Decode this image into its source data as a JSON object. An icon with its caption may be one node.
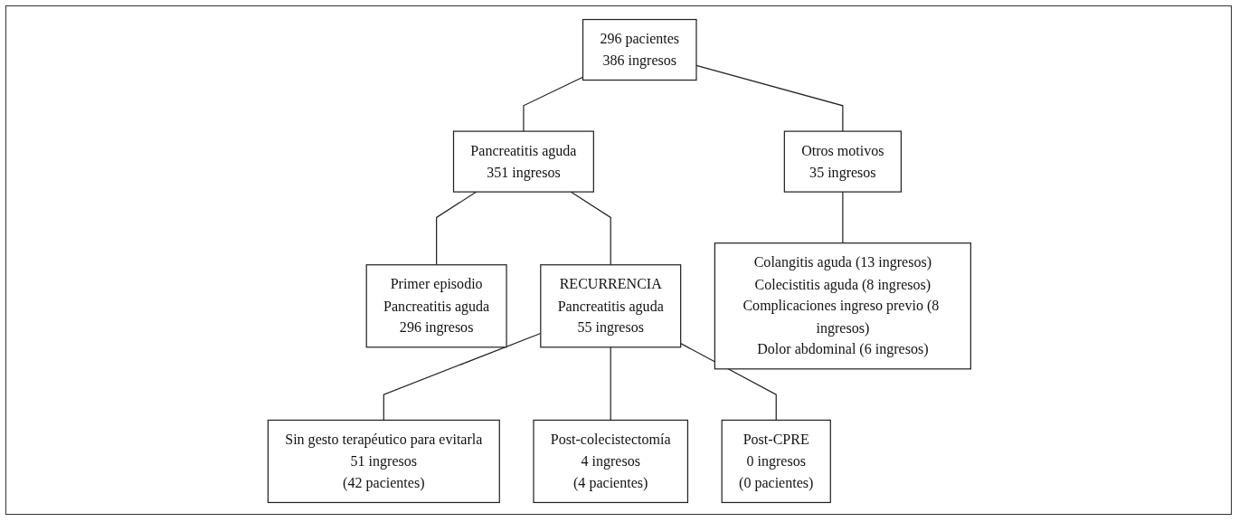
{
  "diagram": {
    "nodes": [
      {
        "text": [
          "296 pacientes",
          "386 ingresos"
        ]
      },
      {
        "text": [
          "Pancreatitis aguda",
          "351 ingresos"
        ]
      },
      {
        "text": [
          "Otros motivos",
          "35 ingresos"
        ]
      },
      {
        "text": [
          "Primer episodio",
          "Pancreatitis aguda",
          "296 ingresos"
        ]
      },
      {
        "text": [
          "RECURRENCIA",
          "Pancreatitis aguda",
          "55 ingresos"
        ]
      },
      {
        "text": [
          "Sin gesto terapéutico para evitarla",
          "51 ingresos",
          "(42 pacientes)"
        ]
      },
      {
        "text": [
          "Post-colecistectomía",
          "4 ingresos",
          "(4 pacientes)"
        ]
      },
      {
        "text": [
          "Post-CPRE",
          "0 ingresos",
          "(0 pacientes)"
        ]
      },
      {
        "text": [
          "Colangitis aguda (13 ingresos)",
          "Colecistitis aguda (8 ingresos)",
          "Complicaciones ingreso previo (8 ingresos)",
          "Dolor abdominal (6 ingresos)"
        ]
      }
    ],
    "edges": [
      {
        "from": 0,
        "to": 1,
        "arrow": "none"
      },
      {
        "from": 0,
        "to": 2,
        "arrow": "none"
      },
      {
        "from": 1,
        "to": 3,
        "arrow": "none"
      },
      {
        "from": 1,
        "to": 4,
        "arrow": "none"
      },
      {
        "from": 4,
        "to": 5,
        "arrow": "none"
      },
      {
        "from": 4,
        "to": 6,
        "arrow": "none"
      },
      {
        "from": 4,
        "to": 7,
        "arrow": "none"
      },
      {
        "from": 2,
        "to": 8,
        "arrow": "none"
      }
    ]
  }
}
